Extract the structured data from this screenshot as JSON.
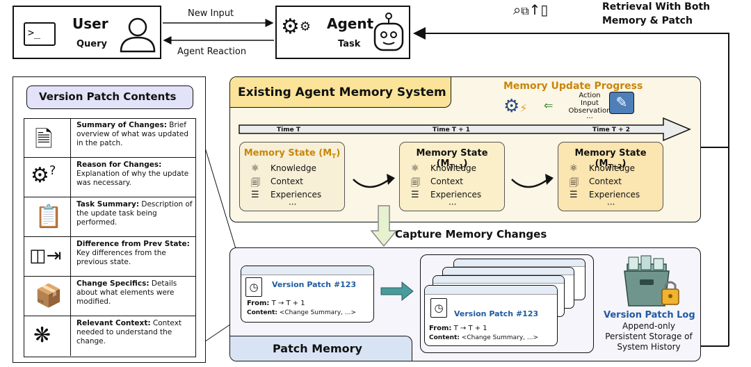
{
  "top": {
    "user_title": "User",
    "user_sub": "Query",
    "agent_title": "Agent",
    "agent_sub": "Task",
    "new_input": "New Input",
    "agent_reaction": "Agent Reaction",
    "retrieval": "Retrieval With Both\nMemory & Patch"
  },
  "patch_contents": {
    "title": "Version Patch Contents",
    "items": [
      {
        "title": "Summary of Changes",
        "desc": "Brief overview of what was updated in the patch."
      },
      {
        "title": "Reason for Changes",
        "desc": "Explanation of why the update was necessary."
      },
      {
        "title": "Task Summary",
        "desc": "Description of the update task being performed."
      },
      {
        "title": "Difference from Prev State",
        "desc": "Key differences from the previous state."
      },
      {
        "title": "Change Specifics",
        "desc": "Details about what elements were modified."
      },
      {
        "title": "Relevant Context",
        "desc": "Context needed to understand the change."
      }
    ]
  },
  "memory_system": {
    "title": "Existing Agent Memory System",
    "progress_title": "Memory Update Progress",
    "progress_items": [
      "Action",
      "Input",
      "Observation",
      "···"
    ],
    "times": [
      "Time T",
      "Time T + 1",
      "Time T + 2"
    ],
    "states": [
      {
        "title": "Memory State (M",
        "sub": "T",
        "close": ")"
      },
      {
        "title": "Memory State (M",
        "sub": "T+1",
        "close": ")"
      },
      {
        "title": "Memory State (M",
        "sub": "T+2",
        "close": ")"
      }
    ],
    "state_items": [
      "Knowledge",
      "Context",
      "Experiences",
      "···"
    ]
  },
  "capture": "Capture Memory Changes",
  "patch_memory": {
    "title": "Patch Memory",
    "patch_title": "Version Patch #123",
    "from_label": "From:",
    "from_value": "T → T + 1",
    "content_label": "Content:",
    "content_value": "<Change Summary, ...>",
    "log_title": "Version Patch Log",
    "log_desc": "Append-only\nPersistent Storage of\nSystem History"
  },
  "colors": {
    "orange": "#c8860a",
    "cream": "#fbf6e6",
    "lavender": "#e2e2f8",
    "blue_dark": "#1f5aa0",
    "teal": "#4a9b9b"
  }
}
